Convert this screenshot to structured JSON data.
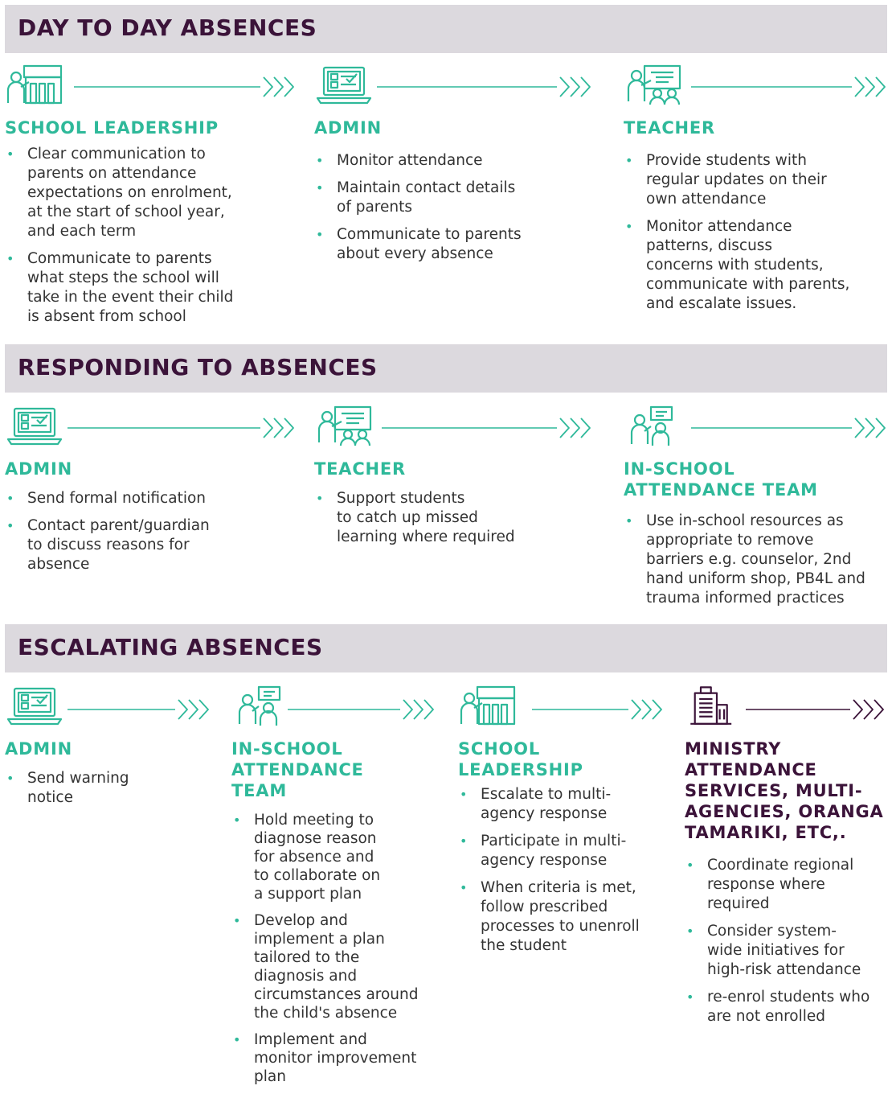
{
  "colors": {
    "band": "#dcd9de",
    "title": "#3b1339",
    "accent": "#2fb99a",
    "text": "#333333"
  },
  "sections": {
    "day": {
      "title": "DAY TO DAY ABSENCES",
      "leadership": {
        "icon": "school-building-icon",
        "role": "SCHOOL LEADERSHIP",
        "items": [
          "Clear communication to\nparents on attendance\nexpectations on enrolment,\nat the start of school year,\nand each term",
          "Communicate to parents\nwhat steps the school will\ntake in the event their child\nis absent from school"
        ]
      },
      "admin": {
        "icon": "laptop-checklist-icon",
        "role": "ADMIN",
        "items": [
          "Monitor attendance",
          "Maintain contact details\nof parents",
          "Communicate to parents\nabout every absence"
        ]
      },
      "teacher": {
        "icon": "teacher-students-icon",
        "role": "TEACHER",
        "items": [
          "Provide students with\nregular updates on their\nown attendance",
          "Monitor attendance\npatterns, discuss\nconcerns with students,\ncommunicate with parents,\nand escalate issues."
        ]
      }
    },
    "responding": {
      "title": "RESPONDING TO ABSENCES",
      "admin": {
        "icon": "laptop-checklist-icon",
        "role": "ADMIN",
        "items": [
          "Send formal notification",
          "Contact parent/guardian\nto discuss reasons for\nabsence"
        ]
      },
      "teacher": {
        "icon": "teacher-students-icon",
        "role": "TEACHER",
        "items": [
          "Support students\nto catch up missed\nlearning where required"
        ]
      },
      "team": {
        "icon": "team-meeting-icon",
        "role_lines": [
          "IN-SCHOOL",
          "ATTENDANCE TEAM"
        ],
        "items": [
          "Use in-school resources as\nappropriate to remove\nbarriers e.g. counselor, 2nd\nhand uniform shop, PB4L and\ntrauma informed practices"
        ]
      }
    },
    "escalating": {
      "title": "ESCALATING ABSENCES",
      "admin": {
        "icon": "laptop-checklist-icon",
        "role": "ADMIN",
        "items": [
          "Send warning\nnotice"
        ]
      },
      "team": {
        "icon": "team-meeting-icon",
        "role_lines": [
          "IN-SCHOOL",
          "ATTENDANCE",
          "TEAM"
        ],
        "items": [
          "Hold meeting to\ndiagnose reason\nfor absence and\nto collaborate on\na support plan",
          "Develop and\nimplement a plan\ntailored to the\ndiagnosis and\ncircumstances around\nthe child's absence",
          "Implement and\nmonitor improvement\nplan"
        ]
      },
      "leadership": {
        "icon": "school-building-icon",
        "role_lines": [
          "SCHOOL",
          "LEADERSHIP"
        ],
        "items": [
          "Escalate to multi-\nagency response",
          "Participate in multi-\nagency response",
          "When criteria is met,\nfollow prescribed\nprocesses to unenroll\nthe student"
        ]
      },
      "ministry": {
        "icon": "office-building-icon",
        "role_lines": [
          "MINISTRY",
          "ATTENDANCE",
          "SERVICES, MULTI-",
          "AGENCIES, ORANGA",
          "TAMARIKI, ETC,."
        ],
        "items": [
          "Coordinate regional\nresponse where\nrequired",
          "Consider system-\nwide initiatives for\nhigh-risk attendance",
          "re-enrol students who\nare not enrolled"
        ]
      }
    }
  }
}
